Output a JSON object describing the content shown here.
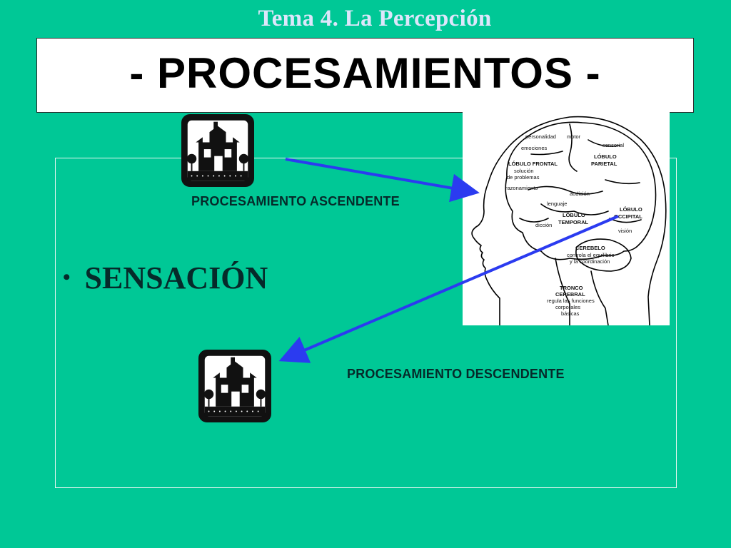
{
  "slide": {
    "topic": "Tema 4. La Percepción",
    "title": "- PROCESAMIENTOS -",
    "bullet": "SENSACIÓN",
    "label_ascendente": "PROCESAMIENTO ASCENDENTE",
    "label_descendente": "PROCESAMIENTO DESCENDENTE"
  },
  "brain_labels": {
    "personalidad": "personalidad",
    "motor": "motor",
    "sensorial": "sensorial",
    "emociones": "emociones",
    "lobulo_frontal": "LÓBULO FRONTAL",
    "lobulo_parietal_1": "LÓBULO",
    "lobulo_parietal_2": "PARIETAL",
    "solucion_1": "solución",
    "solucion_2": "de problemas",
    "razonamiento": "razonamiento",
    "audicion": "audición",
    "lenguaje": "lenguaje",
    "lobulo_temporal_1": "LÓBULO",
    "lobulo_temporal_2": "TEMPORAL",
    "diccion": "dicción",
    "lobulo_occipital_1": "LÓBULO",
    "lobulo_occipital_2": "OCCIPITAL",
    "vision": "visión",
    "cerebelo": "CEREBELO",
    "cerebelo_desc_1": "controla el equilibrio",
    "cerebelo_desc_2": "y la coordinación",
    "tronco_1": "TRONCO",
    "tronco_2": "CEREBRAL",
    "tronco_desc_1": "regula las funciones",
    "tronco_desc_2": "corporales",
    "tronco_desc_3": "básicas"
  },
  "colors": {
    "background": "#00c896",
    "arrow": "#2b3bf0",
    "topic": "#dde6fb"
  },
  "icons": {
    "house_top": "house-icon",
    "house_bottom": "house-icon",
    "head": "brain-head-diagram"
  }
}
